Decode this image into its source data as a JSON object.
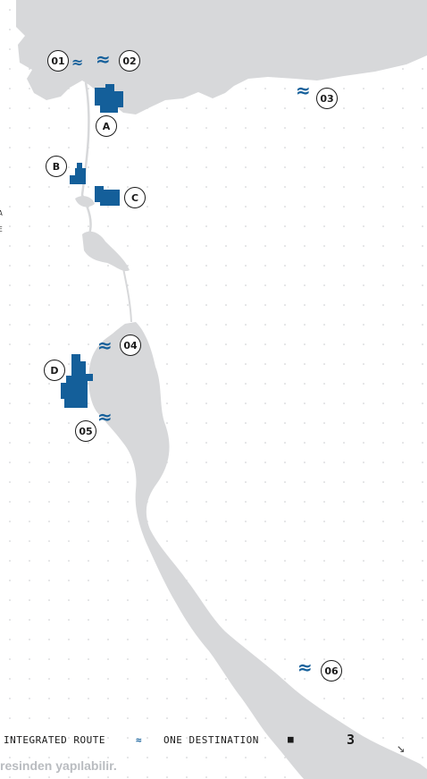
{
  "colors": {
    "land": "#d7d8da",
    "facility": "#145f9a",
    "route_marker": "#145f9a",
    "text": "#1a1a1a"
  },
  "route_markers": [
    {
      "label": "01",
      "icon": "route-wave-icon"
    },
    {
      "label": "02",
      "icon": "route-wave-icon"
    },
    {
      "label": "03",
      "icon": "route-wave-icon"
    },
    {
      "label": "04",
      "icon": "route-wave-icon"
    },
    {
      "label": "05",
      "icon": "route-wave-icon"
    },
    {
      "label": "06",
      "icon": "route-wave-icon"
    }
  ],
  "facilities": [
    {
      "label": "A"
    },
    {
      "label": "B"
    },
    {
      "label": "C"
    },
    {
      "label": "D"
    }
  ],
  "edge_letters": [
    "A",
    "E"
  ],
  "footer": {
    "integrated_route": "INTEGRATED ROUTE",
    "route_icon": "≈",
    "one_destination": "ONE DESTINATION",
    "square_icon": "■",
    "page_number": "3",
    "arrow_icon": "↘"
  },
  "bottom_note": "resinden yapılabilir."
}
